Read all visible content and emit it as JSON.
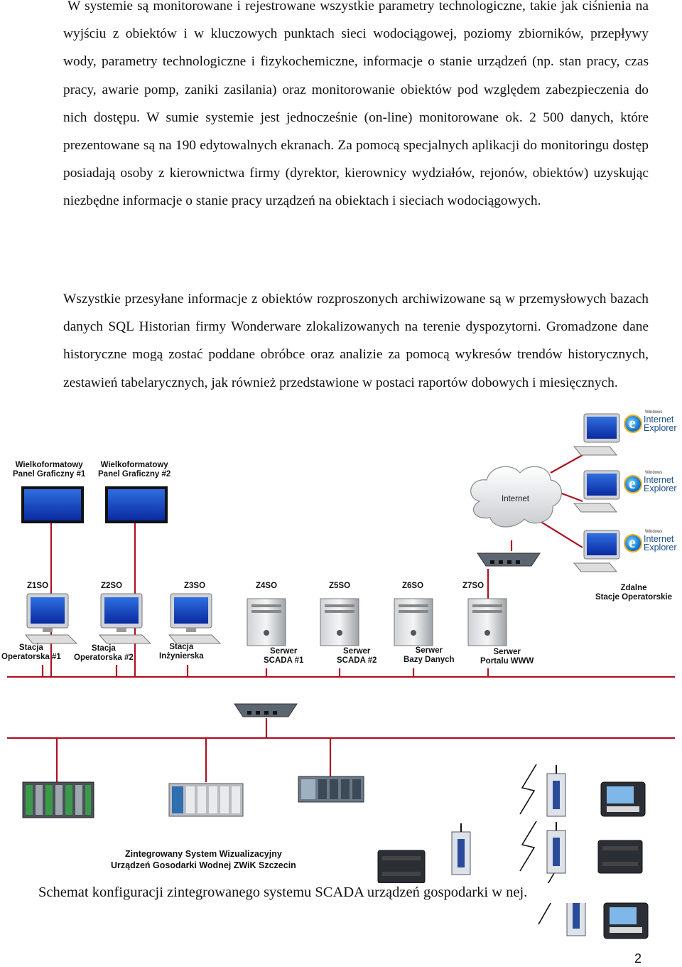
{
  "paragraphs": [
    "W systemie są monitorowane i rejestrowane wszystkie  parametry technologiczne, takie jak ciśnienia na wyjściu z obiektów i  w kluczowych punktach sieci wodociągowej, poziomy zbiorników, przepływy wody,  parametry technologiczne i fizykochemiczne, informacje o stanie urządzeń (np. stan pracy, czas pracy, awarie pomp, zaniki zasilania) oraz monitorowanie obiektów pod względem zabezpieczenia do nich dostępu. W sumie systemie jest jednocześnie (on-line) monitorowane ok. 2 500 danych, które  prezentowane są na 190 edytowalnych ekranach. Za pomocą specjalnych aplikacji do monitoringu dostęp posiadają  osoby z kierownictwa firmy (dyrektor, kierownicy wydziałów, rejonów, obiektów) uzyskując niezbędne informacje o stanie pracy urządzeń na obiektach i sieciach wodociągowych.",
    "Wszystkie przesyłane informacje z obiektów rozproszonych archiwizowane są w przemysłowych bazach danych SQL Historian firmy Wonderware zlokalizowanych na terenie dyspozytorni. Gromadzone dane historyczne mogą zostać poddane obróbce oraz analizie za pomocą wykresów trendów historycznych, zestawień tabelarycznych, jak również przedstawione w postaci raportów dobowych i miesięcznych."
  ],
  "diagram": {
    "panel1": [
      "Wielkoformatowy",
      "Panel Graficzny #1"
    ],
    "panel2": [
      "Wielkoformatowy",
      "Panel Graficzny #2"
    ],
    "z1": "Z1SO",
    "z2": "Z2SO",
    "z3": "Z3SO",
    "z4": "Z4SO",
    "z5": "Z5SO",
    "z6": "Z6SO",
    "z7": "Z7SO",
    "st1": [
      "Stacja",
      "Operatorska #1"
    ],
    "st2": [
      "Stacja",
      "Operatorska #2"
    ],
    "st3": [
      "Stacja",
      "Inżynierska"
    ],
    "srv1": [
      "Serwer",
      "SCADA #1"
    ],
    "srv2": [
      "Serwer",
      "SCADA #2"
    ],
    "srv3": [
      "Serwer",
      "Bazy Danych"
    ],
    "srv4": [
      "Serwer",
      "Portalu WWW"
    ],
    "remote": [
      "Zdalne",
      "Stacje Operatorskie"
    ],
    "internet": "Internet",
    "ie_small": "Windows",
    "ie_line1": "Internet",
    "ie_line2": "Explorer",
    "system": [
      "Zintegrowany System Wizualizacyjny",
      "Urządzeń Gosodarki Wodnej ZWiK Szczecin"
    ]
  },
  "caption": "Schemat konfiguracji zintegrowanego systemu SCADA urządzeń gospodarki w    nej.",
  "page_number": "2"
}
